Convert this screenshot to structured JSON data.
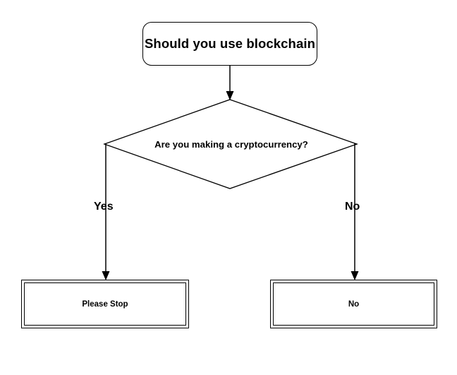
{
  "diagram": {
    "title": "Should you use blockchain",
    "background_color": "#ffffff",
    "stroke_color": "#000000",
    "type": "flowchart",
    "nodes": [
      {
        "id": "start",
        "shape": "rounded-rectangle",
        "label": "Should you use blockchain"
      },
      {
        "id": "decision",
        "shape": "diamond",
        "label": "Are you making a cryptocurrency?"
      },
      {
        "id": "stop",
        "shape": "double-rectangle",
        "label": "Please Stop"
      },
      {
        "id": "no",
        "shape": "double-rectangle",
        "label": "No"
      }
    ],
    "edges": [
      {
        "id": "start-to-decision",
        "from": "start",
        "to": "decision",
        "label": ""
      },
      {
        "id": "decision-to-stop",
        "from": "decision",
        "to": "stop",
        "label": "Yes"
      },
      {
        "id": "decision-to-no",
        "from": "decision",
        "to": "no",
        "label": "No"
      }
    ]
  }
}
